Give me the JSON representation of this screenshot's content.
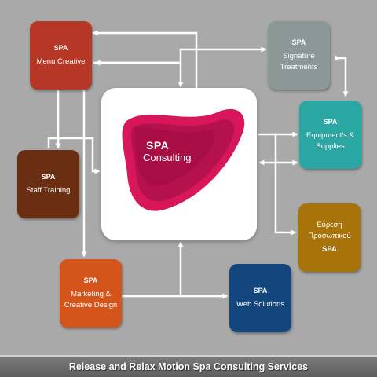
{
  "center": {
    "logo_top": "SPA",
    "logo_bottom": "Consulting"
  },
  "boxes": {
    "menu": {
      "title": "SPA",
      "line1": "Menu Creative",
      "color": "#b63726"
    },
    "signature": {
      "title": "SPA",
      "line1": "Signature",
      "line2": "Treatments",
      "color": "#8c9896"
    },
    "equipment": {
      "title": "SPA",
      "line1": "Equipment's &",
      "line2": "Supplies",
      "color": "#2aa7a2"
    },
    "staff": {
      "title": "SPA",
      "line1": "Staff Training",
      "color": "#6a2f12"
    },
    "evresi": {
      "line1": "Εύρεση",
      "line2": "Προσωπικού",
      "title": "SPA",
      "color": "#a8740a"
    },
    "marketing": {
      "title": "SPA",
      "line1": "Marketing &",
      "line2": "Creative Design",
      "color": "#d4551c"
    },
    "web": {
      "title": "SPA",
      "line1": "Web Solutions",
      "color": "#13467c"
    }
  },
  "footer": {
    "text": "Release and Relax Motion Spa Consulting Services"
  },
  "colors": {
    "background": "#a9a9a9",
    "arrow": "#ffffff",
    "logo_accent": "#d8175a"
  }
}
